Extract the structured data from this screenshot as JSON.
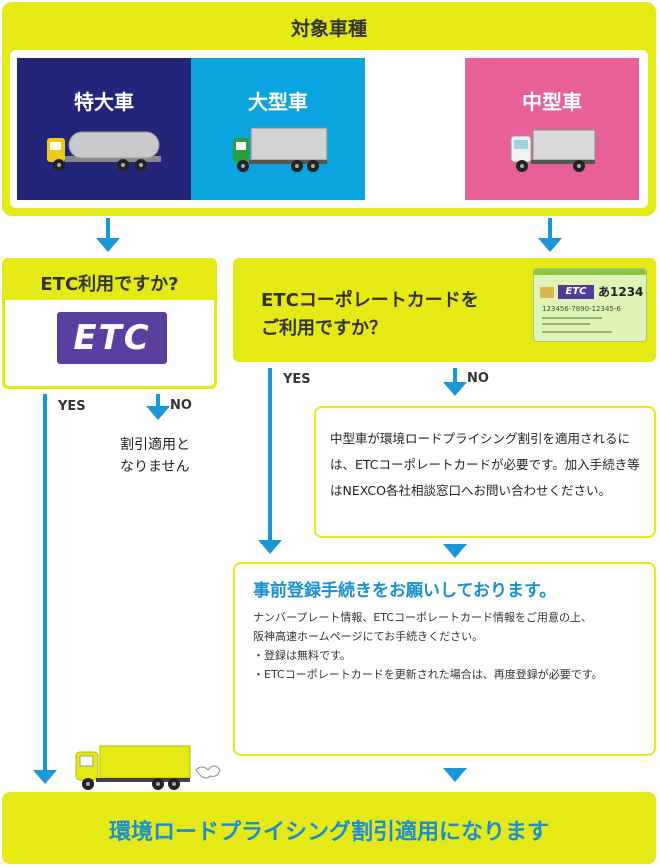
{
  "target": {
    "title": "対象車種",
    "vehicles": [
      {
        "label": "特大車",
        "color": "#22257a"
      },
      {
        "label": "大型車",
        "color": "#0aa5e0"
      },
      {
        "label": "中型車",
        "color": "#e8609a"
      }
    ]
  },
  "etc_question": {
    "title": "ETC利用ですか?",
    "logo_text": "ETC",
    "yes": "YES",
    "no": "NO",
    "no_result": "割引適用と\nなりません"
  },
  "corporate_question": {
    "title_line1": "ETCコーポレートカードを",
    "title_line2": "ご利用ですか？",
    "yes": "YES",
    "no": "NO",
    "card": {
      "brand": "ETC",
      "number_top": "あ1234",
      "number_sub": "123456-7890-12345-6"
    }
  },
  "no_card_info": {
    "text": "中型車が環境ロードプライシング割引を適用されるには、ETCコーポレートカードが必要です。加入手続き等はNEXCO各社相談窓口へお問い合わせください。"
  },
  "registration": {
    "title": "事前登録手続きをお願いしております。",
    "lines": [
      "ナンバープレート情報、ETCコーポレートカード情報をご用意の上、",
      "阪神高速ホームページにてお手続きください。",
      "・登録は無料です。",
      "・ETCコーポレートカードを更新された場合は、再度登録が必要です。"
    ]
  },
  "result": {
    "text": "環境ロードプライシング割引適用になります"
  },
  "colors": {
    "accent_yellow": "#e6ea14",
    "arrow_blue": "#1a97d7",
    "heading_blue": "#1a8fd0"
  }
}
